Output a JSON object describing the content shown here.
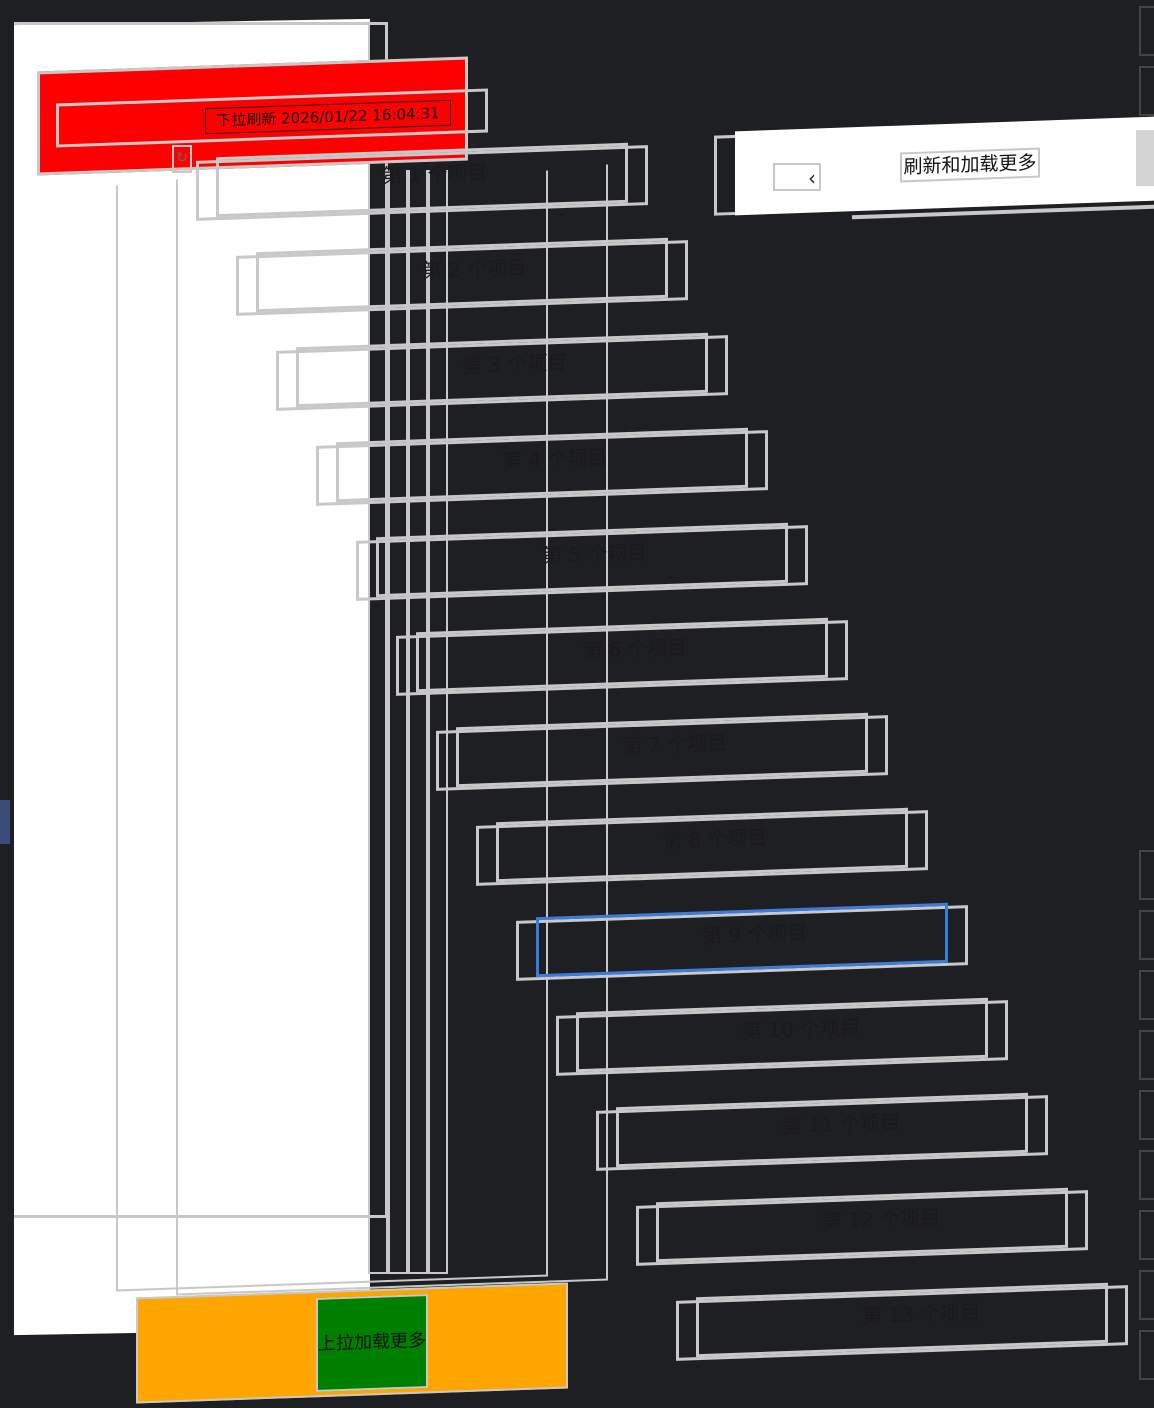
{
  "header": {
    "refresh_text": "下拉刷新 2026/01/22 16:04:31",
    "refresh_icon": "refresh-icon",
    "bg_color": "#ff0000"
  },
  "nav": {
    "back_icon": "‹",
    "title": "刷新和加载更多"
  },
  "list": {
    "items": [
      {
        "label": "第 1 个项目"
      },
      {
        "label": "第 2 个项目"
      },
      {
        "label": "第 3 个项目"
      },
      {
        "label": "第 4 个项目"
      },
      {
        "label": "第 5 个项目"
      },
      {
        "label": "第 6 个项目"
      },
      {
        "label": "第 7 个项目"
      },
      {
        "label": "第 8 个项目"
      },
      {
        "label": "第 9 个项目"
      },
      {
        "label": "第 10 个项目"
      },
      {
        "label": "第 11 个项目"
      },
      {
        "label": "第 12 个项目"
      },
      {
        "label": "第 13 个项目"
      }
    ],
    "selected_index": 8,
    "selected_color": "#3b7be0"
  },
  "footer": {
    "load_more_text": "上拉加载更多",
    "outer_color": "#ffa500",
    "inner_color": "#008000"
  }
}
